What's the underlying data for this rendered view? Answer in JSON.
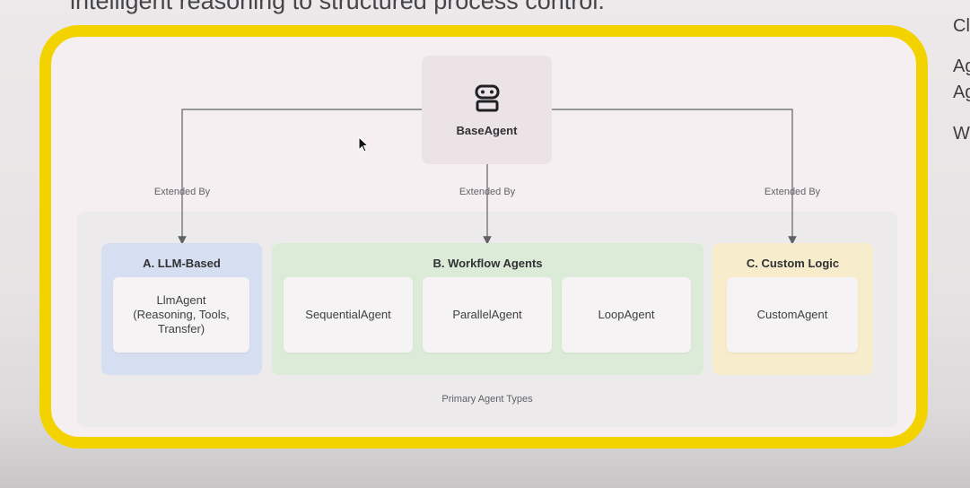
{
  "slide": {
    "top_text": "intelligent reasoning to structured process control.",
    "right_snippets": [
      "Cl",
      "Ag",
      "Ag",
      "W"
    ]
  },
  "diagram": {
    "root": {
      "label": "BaseAgent",
      "icon": "robot-icon"
    },
    "edge_label": "Extended By",
    "groups": [
      {
        "title": "A. LLM-Based",
        "color": "#d6dff1",
        "cards": [
          "LlmAgent\n(Reasoning, Tools,\nTransfer)"
        ]
      },
      {
        "title": "B. Workflow Agents",
        "color": "#dcebd8",
        "cards": [
          "SequentialAgent",
          "ParallelAgent",
          "LoopAgent"
        ]
      },
      {
        "title": "C. Custom Logic",
        "color": "#f7eccb",
        "cards": [
          "CustomAgent"
        ]
      }
    ],
    "panel_caption": "Primary Agent Types"
  }
}
